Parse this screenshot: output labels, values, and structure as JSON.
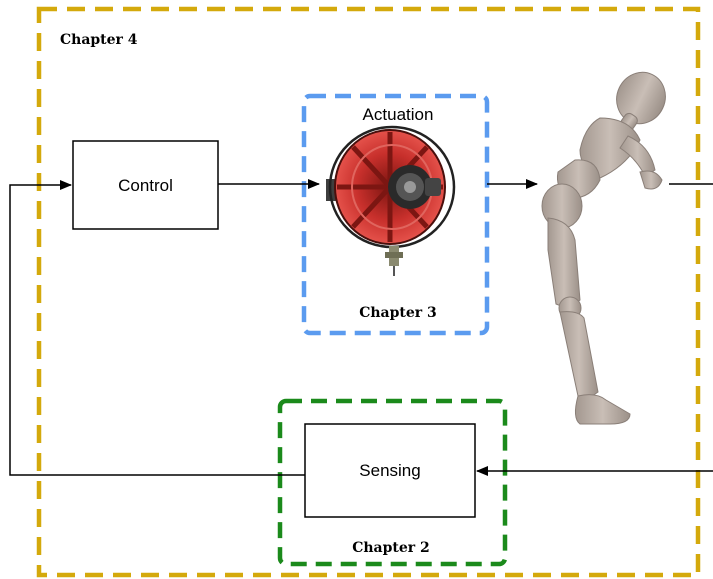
{
  "outer_frame": {
    "label": "Chapter 4",
    "color": "#d4a90c"
  },
  "actuation": {
    "title": "Actuation",
    "chapter": "Chapter 3",
    "color": "#5b9bef",
    "device_color": "#c8302c"
  },
  "control": {
    "label": "Control"
  },
  "sensing": {
    "label": "Sensing",
    "chapter": "Chapter 2",
    "color": "#1b8a1b"
  },
  "human": {
    "icon": "mannequin-bending-icon",
    "color": "#b9aea6"
  }
}
